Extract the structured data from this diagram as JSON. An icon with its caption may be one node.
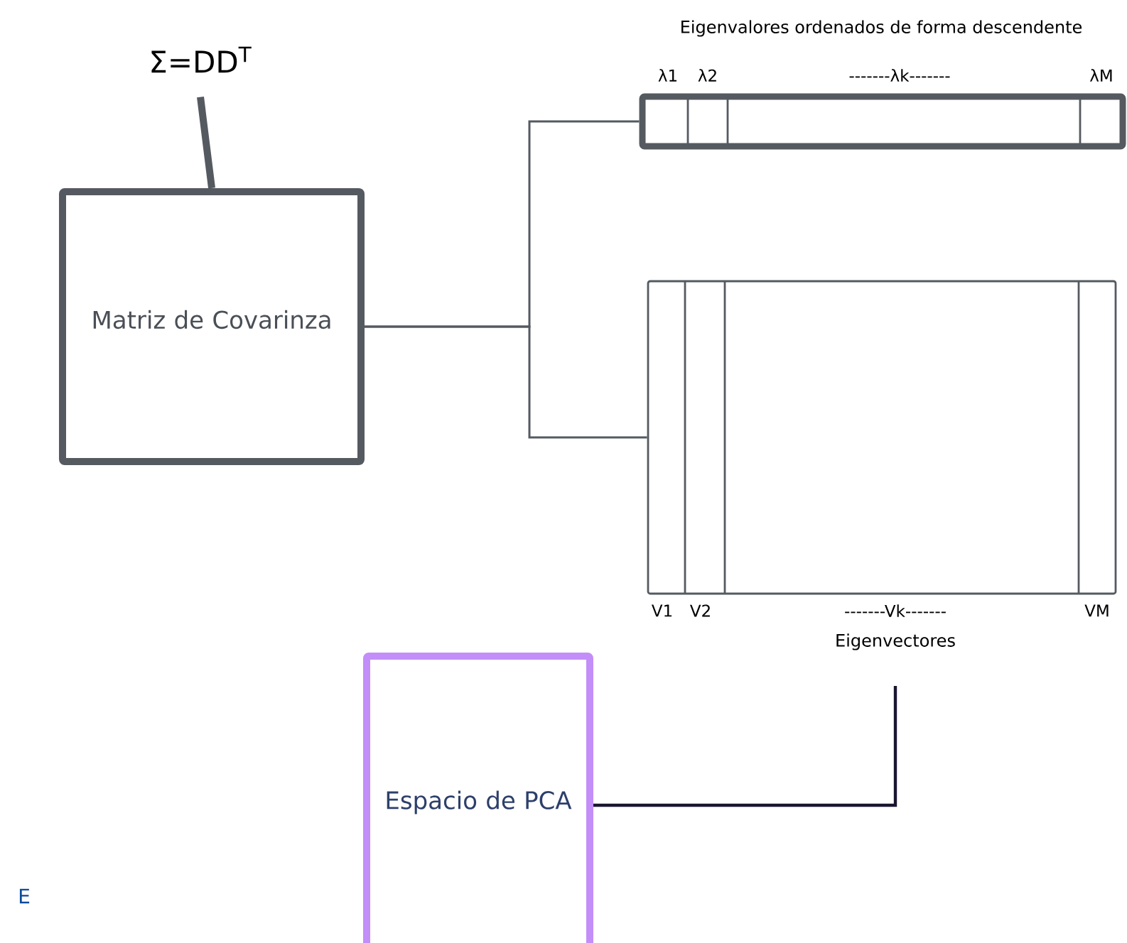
{
  "diagram": {
    "nodes": [
      {
        "text": [
          "Σ=DD$^{T}$"
        ]
      },
      {
        "text": [
          "Matriz de Covarinza"
        ]
      },
      {
        "text": [
          "Eigenvalores ordenados de forma descendente"
        ]
      },
      {
        "text": [
          "Eigenvectores"
        ]
      },
      {
        "text": [
          "Espacio de PCA"
        ]
      }
    ],
    "edges": [
      {
        "from": 0,
        "to": 1,
        "arrow": "none",
        "style": "thick"
      },
      {
        "from": 1,
        "to": 2,
        "arrow": "none"
      },
      {
        "from": 1,
        "to": 3,
        "arrow": "none"
      },
      {
        "from": 3,
        "to": 4,
        "arrow": "none",
        "color": "#1a1530"
      }
    ],
    "labels": [
      "λ1",
      "λ2",
      "-------λk-------",
      "λM",
      "V1",
      "V2",
      "-------Vk-------",
      "VM",
      "E"
    ]
  }
}
